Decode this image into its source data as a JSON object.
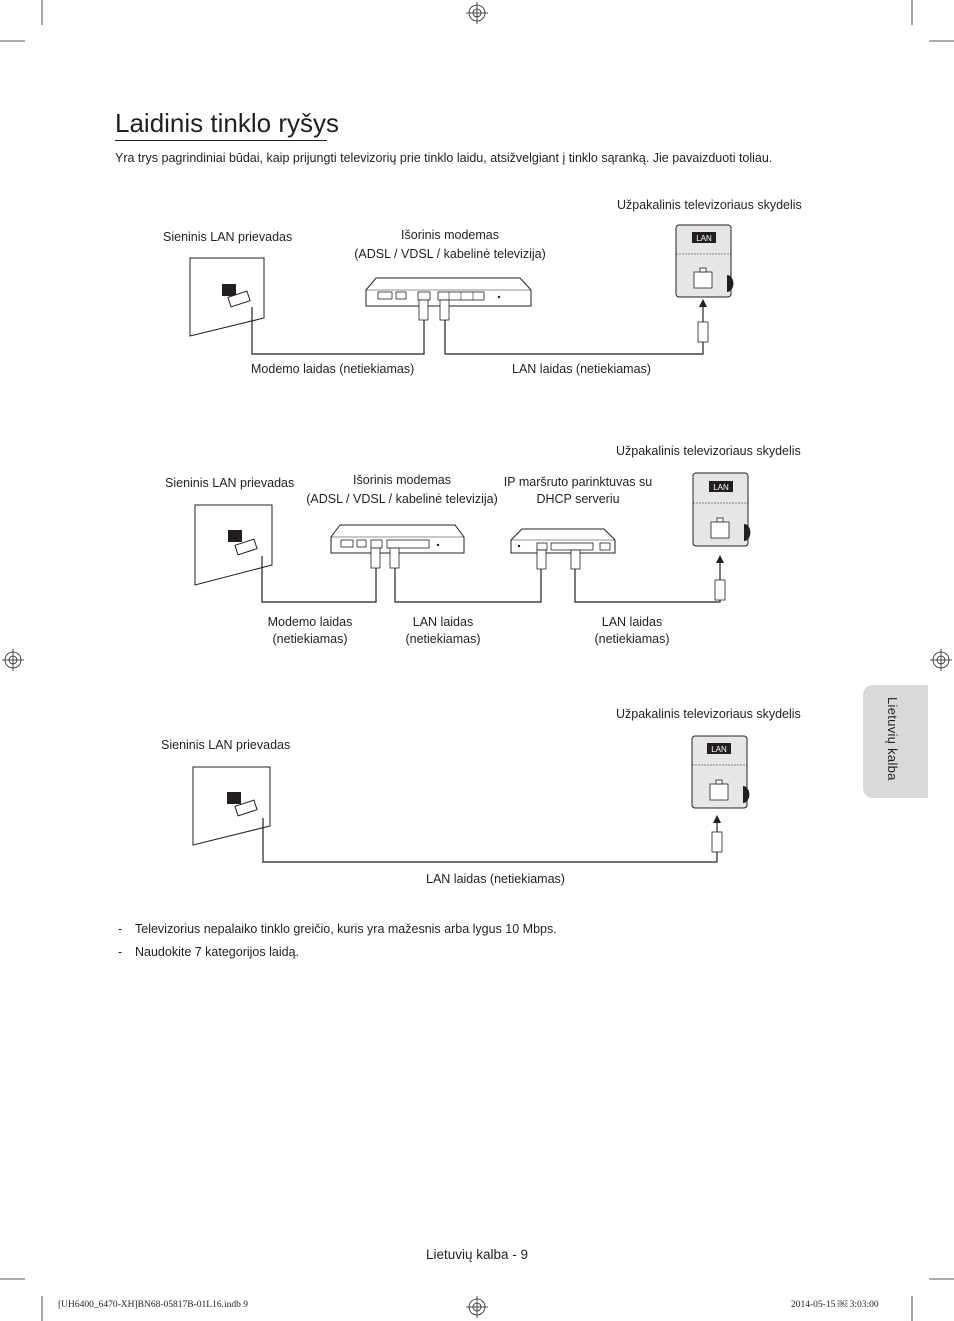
{
  "page": {
    "title": "Laidinis tinklo ryšys",
    "intro": "Yra trys pagrindiniai būdai, kaip prijungti televizorių prie tinklo laidu, atsižvelgiant į tinklo sąranką. Jie pavaizduoti toliau."
  },
  "diagram1": {
    "tv_panel": "Užpakalinis televizoriaus skydelis",
    "wall_port": "Sieninis LAN prievadas",
    "modem": "Išorinis modemas",
    "modem_sub": "(ADSL / VDSL / kabelinė televizija)",
    "modem_cable": "Modemo laidas (netiekiamas)",
    "lan_cable": "LAN laidas (netiekiamas)",
    "port": "LAN"
  },
  "diagram2": {
    "tv_panel": "Užpakalinis televizoriaus skydelis",
    "wall_port": "Sieninis LAN prievadas",
    "modem": "Išorinis modemas",
    "modem_sub": "(ADSL / VDSL / kabelinė televizija)",
    "router": "IP maršruto parinktuvas su",
    "router_sub": "DHCP serveriu",
    "modem_cable": "Modemo laidas",
    "modem_cable_sub": "(netiekiamas)",
    "lan_cable_a": "LAN laidas",
    "lan_cable_a_sub": "(netiekiamas)",
    "lan_cable_b": "LAN laidas",
    "lan_cable_b_sub": "(netiekiamas)",
    "port": "LAN"
  },
  "diagram3": {
    "tv_panel": "Užpakalinis televizoriaus skydelis",
    "wall_port": "Sieninis LAN prievadas",
    "lan_cable": "LAN laidas (netiekiamas)",
    "port": "LAN"
  },
  "notes": [
    {
      "dash": "-",
      "text": "Televizorius nepalaiko tinklo greičio, kuris yra mažesnis arba lygus 10 Mbps."
    },
    {
      "dash": "-",
      "text": "Naudokite 7 kategorijos laidą."
    }
  ],
  "side_tab": "Lietuvių kalba",
  "footer": "Lietuvių kalba - 9",
  "print_info": {
    "left": "[UH6400_6470-XH]BN68-05817B-01L16.indb   9",
    "right": "2014-05-15   ￼ 3:03:00"
  }
}
